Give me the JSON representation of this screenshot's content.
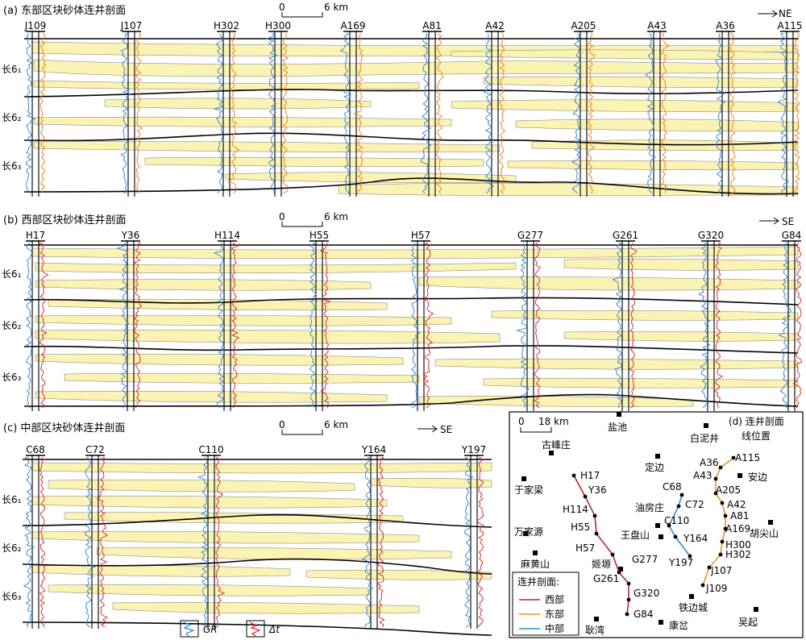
{
  "panels": [
    {
      "id": "a",
      "title": "(a) 东部区块砂体连井剖面",
      "scale_zero": "0",
      "scale_label": "6 km",
      "direction": "NE",
      "log_colors": [
        "#2a7fd6",
        "#f07a10"
      ],
      "layers": [
        "长6₁",
        "长6₂",
        "长6₃"
      ],
      "wells": [
        "J109",
        "J107",
        "H302",
        "H300",
        "A169",
        "A81",
        "A42",
        "A205",
        "A43",
        "A36",
        "A115"
      ]
    },
    {
      "id": "b",
      "title": "(b) 西部区块砂体连井剖面",
      "scale_zero": "0",
      "scale_label": "6 km",
      "direction": "SE",
      "log_colors": [
        "#2a7fd6",
        "#d81e1e"
      ],
      "layers": [
        "长6₁",
        "长6₂",
        "长6₃"
      ],
      "wells": [
        "H17",
        "Y36",
        "H114",
        "H55",
        "H57",
        "G277",
        "G261",
        "G320",
        "G84"
      ]
    },
    {
      "id": "c",
      "title": "(c) 中部区块砂体连井剖面",
      "scale_zero": "0",
      "scale_label": "6 km",
      "direction": "SE",
      "log_colors": [
        "#2a7fd6",
        "#d81e1e"
      ],
      "layers": [
        "长6₁",
        "长6₂",
        "长6₃"
      ],
      "wells": [
        "C68",
        "C72",
        "C110",
        "Y164",
        "Y197"
      ]
    }
  ],
  "log_legend": {
    "gr": "GR",
    "dt": "Δt"
  },
  "map": {
    "title": "(d) 连井剖面",
    "title2": "线位置",
    "scale_zero": "0",
    "scale_label": "18 km",
    "towns": [
      "盐池",
      "古峰庄",
      "白泥井",
      "定边",
      "安边",
      "于家梁",
      "油房庄",
      "王盘山",
      "胡尖山",
      "万家源",
      "麻黄山",
      "姬塬",
      "铁边城",
      "耿湾",
      "康岔",
      "吴起"
    ],
    "legend_title": "连井剖面:",
    "legend_items": [
      {
        "label": "西部",
        "color": "#c8202a"
      },
      {
        "label": "东部",
        "color": "#e8951c"
      },
      {
        "label": "中部",
        "color": "#2a90d8"
      }
    ],
    "west_wells": [
      "H17",
      "Y36",
      "H114",
      "H55",
      "H57",
      "G277",
      "G261",
      "G320",
      "G84"
    ],
    "central_wells": [
      "C68",
      "C72",
      "C110",
      "Y164",
      "Y197"
    ],
    "east_wells": [
      "A115",
      "A36",
      "A43",
      "A205",
      "A42",
      "A81",
      "A169",
      "H300",
      "H302",
      "J107",
      "J109"
    ]
  }
}
